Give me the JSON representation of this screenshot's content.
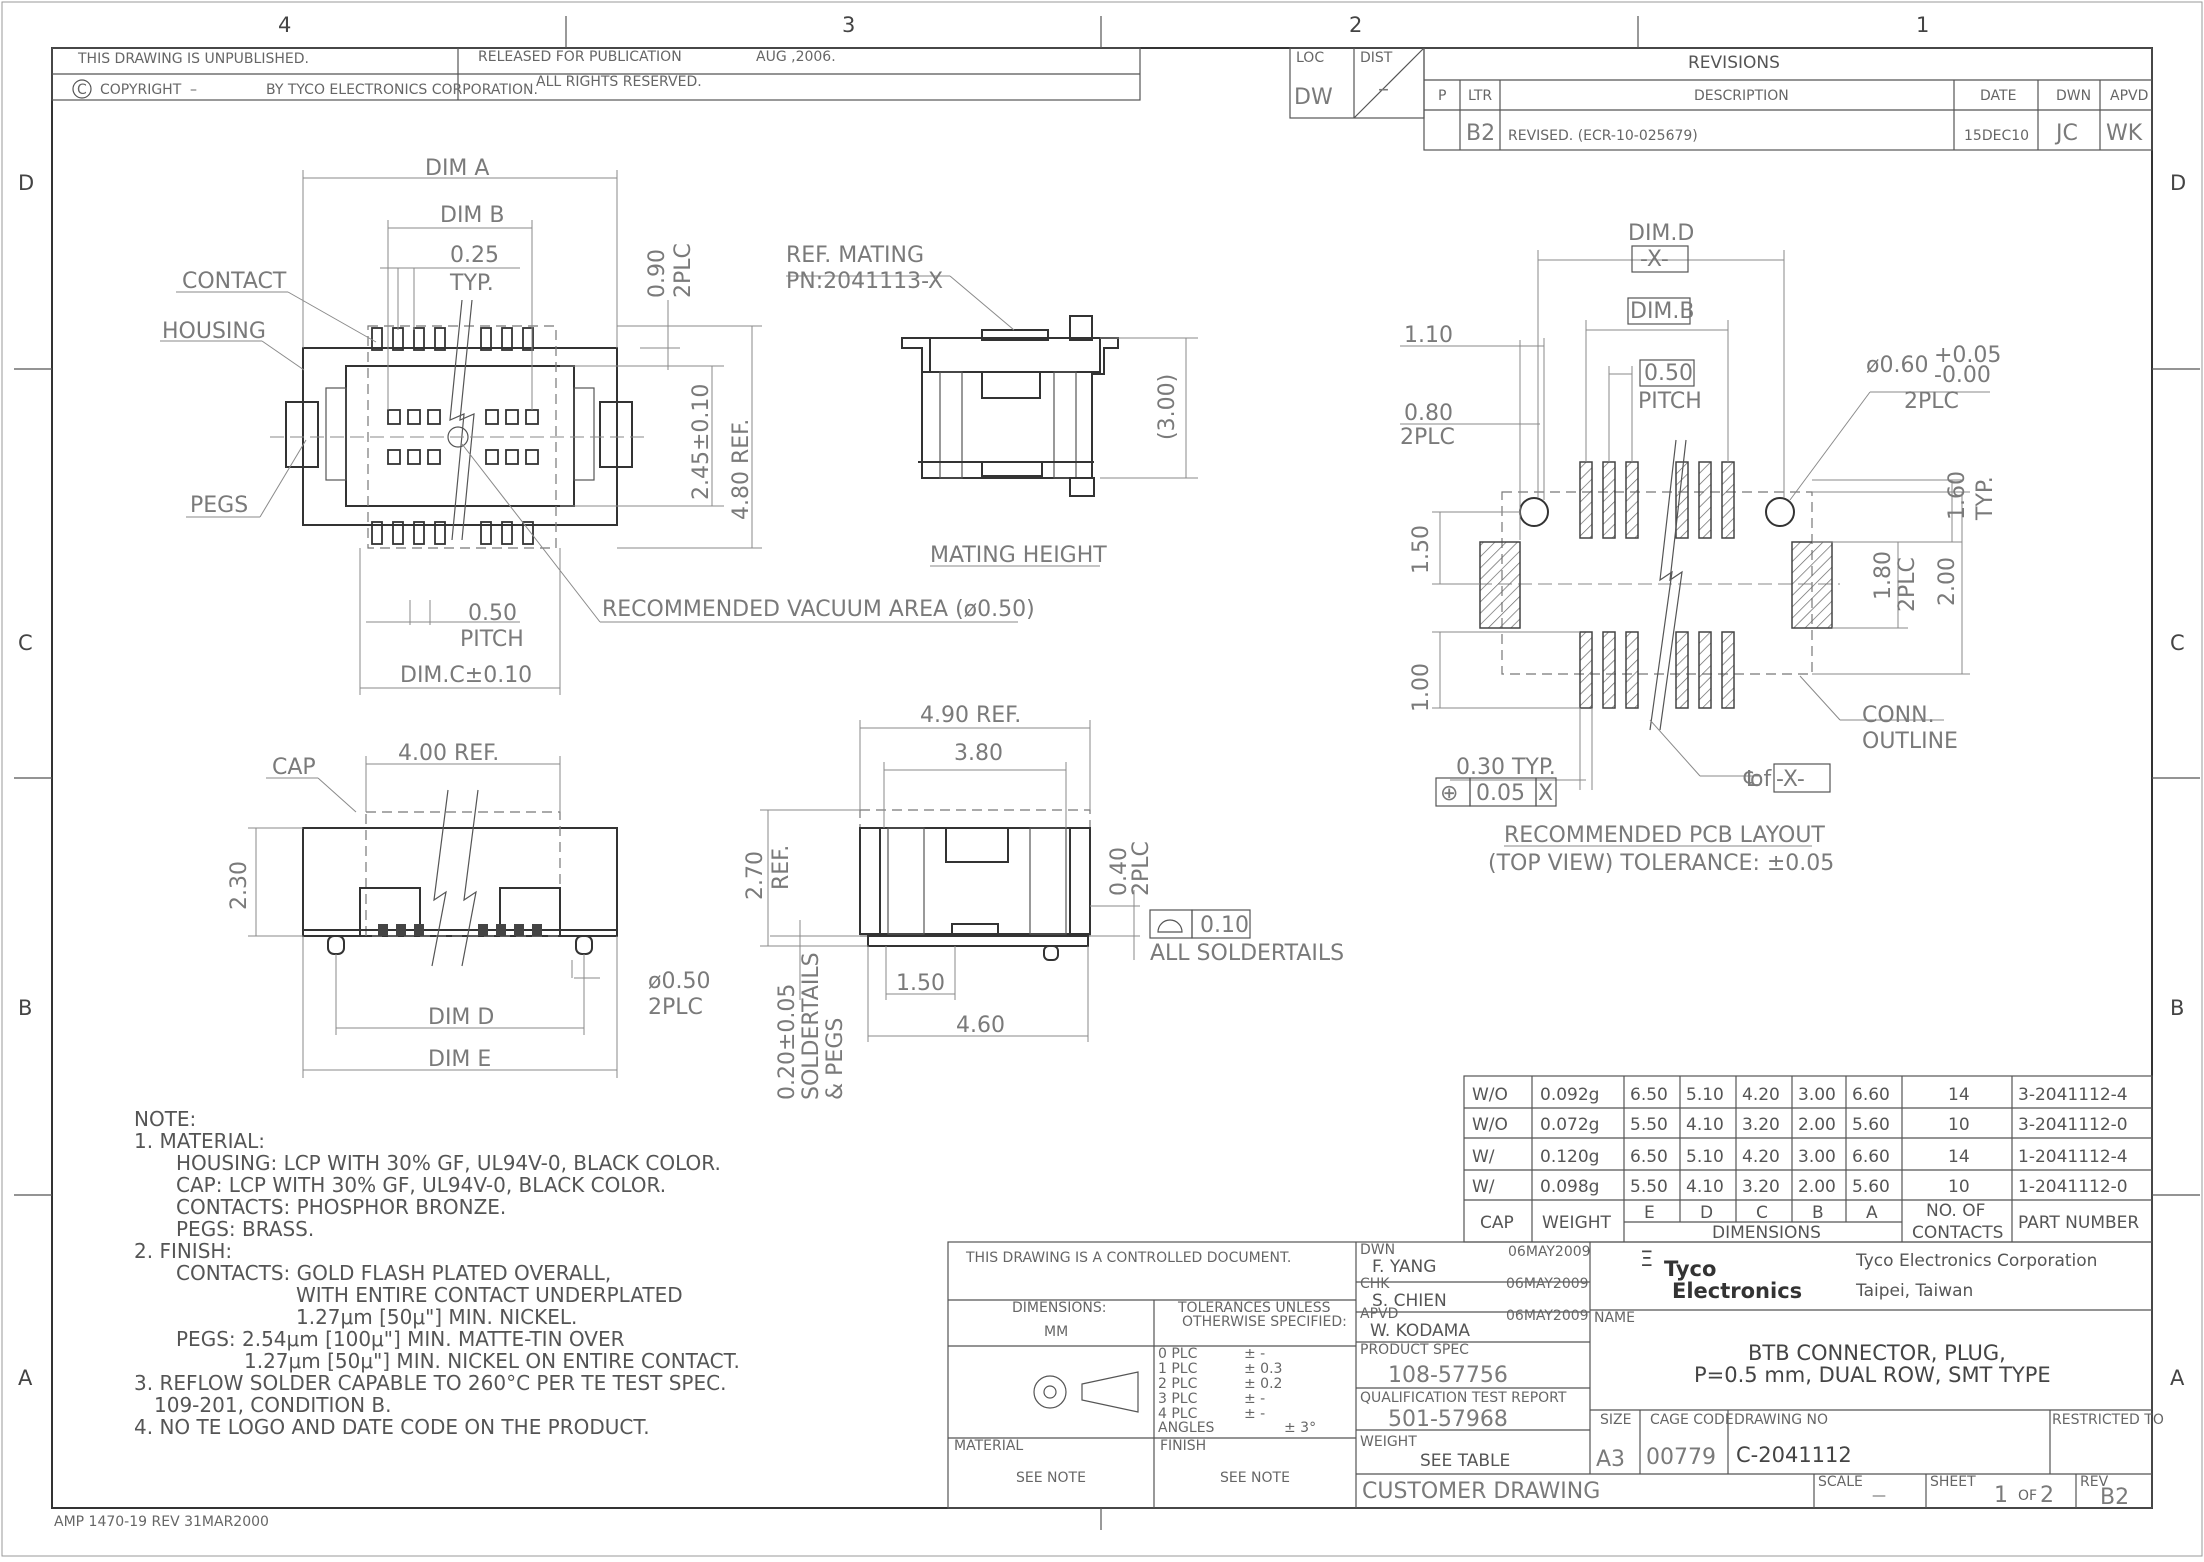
{
  "zones": {
    "top": [
      "4",
      "3",
      "2",
      "1"
    ],
    "side": [
      "D",
      "C",
      "B",
      "A"
    ]
  },
  "header": {
    "unpublished": "THIS DRAWING IS UNPUBLISHED.",
    "copyright": "COPYRIGHT",
    "copyright_dash": "–",
    "copyright_by": "BY TYCO ELECTRONICS CORPORATION.",
    "released": "RELEASED FOR PUBLICATION",
    "release_date": "AUG ,2006.",
    "rights": "ALL RIGHTS RESERVED.",
    "loc_label": "LOC",
    "loc_value": "DW",
    "dist_label": "DIST",
    "dist_value": "–"
  },
  "revisions": {
    "title": "REVISIONS",
    "headers": [
      "P",
      "LTR",
      "DESCRIPTION",
      "DATE",
      "DWN",
      "APVD"
    ],
    "row": {
      "p": "",
      "ltr": "B2",
      "description": "REVISED. (ECR-10-025679)",
      "date": "15DEC10",
      "dwn": "JC",
      "apvd": "WK"
    }
  },
  "top_view": {
    "dim_a": "DIM A",
    "dim_b": "DIM B",
    "pitch_top": "0.25",
    "typ": "TYP.",
    "contact": "CONTACT",
    "housing": "HOUSING",
    "pegs": "PEGS",
    "d090": "0.90",
    "d2plc": "2PLC",
    "d245": "2.45±0.10",
    "d480": "4.80 REF.",
    "pitch_val": "0.50",
    "pitch": "PITCH",
    "dimc": "DIM.C±0.10",
    "vacuum": "RECOMMENDED VACUUM AREA (ø0.50)"
  },
  "mating": {
    "ref1": "REF. MATING",
    "ref2": "PN:2041113-X",
    "height": "(3.00)",
    "label": "MATING HEIGHT"
  },
  "front_view": {
    "cap": "CAP",
    "d400": "4.00 REF.",
    "d230": "2.30",
    "d050": "ø0.50",
    "d2plc": "2PLC",
    "dim_d": "DIM D",
    "dim_e": "DIM E"
  },
  "side_view": {
    "d490": "4.90 REF.",
    "d380": "3.80",
    "d270": "2.70",
    "ref": "REF.",
    "d040": "0.40",
    "d2plc": "2PLC",
    "flat_tol": "0.10",
    "solder": "ALL SOLDERTAILS",
    "d150": "1.50",
    "d460": "4.60",
    "d020": "0.20±0.05",
    "soldertails": "SOLDERTAILS",
    "pegs": "& PEGS"
  },
  "pcb": {
    "dimd": "DIM.D",
    "x_ref": "-X-",
    "dimb": "DIM.B",
    "pitch_val": "0.50",
    "pitch": "PITCH",
    "d110": "1.10",
    "d080": "0.80",
    "d2plc": "2PLC",
    "hole": "ø0.60",
    "hole_plus": "+0.05",
    "hole_minus": "-0.00",
    "hole_2plc": "2PLC",
    "d160": "1.60",
    "typ": "TYP.",
    "d150": "1.50",
    "d180": "1.80",
    "d180_2plc": "2PLC",
    "d200": "2.00",
    "d100": "1.00",
    "conn1": "CONN.",
    "conn2": "OUTLINE",
    "d030": "0.30 TYP.",
    "pos_sym": "⊕",
    "pos_tol": "0.05",
    "pos_ref": "X",
    "cl_of": "of",
    "cl_ref": "-X-",
    "title1": "RECOMMENDED PCB LAYOUT",
    "title2": "(TOP VIEW) TOLERANCE: ±0.05"
  },
  "parts_table": {
    "rows": [
      [
        "W/O",
        "0.092g",
        "6.50",
        "5.10",
        "4.20",
        "3.00",
        "6.60",
        "14",
        "3-2041112-4"
      ],
      [
        "W/O",
        "0.072g",
        "5.50",
        "4.10",
        "3.20",
        "2.00",
        "5.60",
        "10",
        "3-2041112-0"
      ],
      [
        "W/",
        "0.120g",
        "6.50",
        "5.10",
        "4.20",
        "3.00",
        "6.60",
        "14",
        "1-2041112-4"
      ],
      [
        "W/",
        "0.098g",
        "5.50",
        "4.10",
        "3.20",
        "2.00",
        "5.60",
        "10",
        "1-2041112-0"
      ]
    ],
    "h_cap": "CAP",
    "h_weight": "WEIGHT",
    "h_dims": [
      "E",
      "D",
      "C",
      "B",
      "A"
    ],
    "h_dimensions": "DIMENSIONS",
    "h_no": "NO. OF",
    "h_contacts": "CONTACTS",
    "h_part": "PART NUMBER"
  },
  "notes": [
    "NOTE:",
    "1. MATERIAL:",
    "HOUSING: LCP WITH 30% GF, UL94V-0, BLACK COLOR.",
    "CAP: LCP WITH 30% GF, UL94V-0, BLACK COLOR.",
    "CONTACTS: PHOSPHOR BRONZE.",
    "PEGS: BRASS.",
    "2. FINISH:",
    "CONTACTS: GOLD FLASH PLATED OVERALL,",
    "WITH ENTIRE CONTACT UNDERPLATED",
    "1.27μm [50μ\"] MIN. NICKEL.",
    "PEGS: 2.54μm [100μ\"] MIN. MATTE-TIN OVER",
    "1.27μm [50μ\"] MIN. NICKEL ON ENTIRE CONTACT.",
    "3. REFLOW SOLDER CAPABLE TO 260°C PER TE TEST SPEC.",
    "109-201, CONDITION B.",
    "4. NO TE LOGO AND DATE CODE ON THE PRODUCT."
  ],
  "title_block": {
    "controlled": "THIS DRAWING IS A CONTROLLED DOCUMENT.",
    "dimensions": "DIMENSIONS:",
    "mm": "MM",
    "tol1": "TOLERANCES UNLESS",
    "tol2": "OTHERWISE SPECIFIED:",
    "tol_rows": [
      [
        "0 PLC",
        "± -"
      ],
      [
        "1 PLC",
        "± 0.3"
      ],
      [
        "2 PLC",
        "± 0.2"
      ],
      [
        "3 PLC",
        "± -"
      ],
      [
        "4 PLC",
        "± -"
      ],
      [
        "ANGLES",
        "± 3°"
      ]
    ],
    "material": "MATERIAL",
    "finish": "FINISH",
    "see_note": "SEE NOTE",
    "dwn": "DWN",
    "dwn_name": "F. YANG",
    "dwn_date": "06MAY2009",
    "chk": "CHK",
    "chk_name": "S. CHIEN",
    "chk_date": "06MAY2009",
    "apvd": "APVD",
    "apvd_name": "W. KODAMA",
    "apvd_date": "06MAY2009",
    "product_spec": "PRODUCT SPEC",
    "product_spec_val": "108-57756",
    "qual": "QUALIFICATION TEST REPORT",
    "qual_val": "501-57968",
    "weight": "WEIGHT",
    "weight_val": "SEE TABLE",
    "customer": "CUSTOMER DRAWING",
    "logo1": "Tyco",
    "logo2": "Electronics",
    "company": "Tyco Electronics Corporation",
    "location": "Taipei, Taiwan",
    "name": "NAME",
    "name1": "BTB CONNECTOR, PLUG,",
    "name2": "P=0.5 mm, DUAL ROW, SMT TYPE",
    "size": "SIZE",
    "size_val": "A3",
    "cage": "CAGE CODE",
    "cage_val": "00779",
    "dwg": "DRAWING NO",
    "dwg_val": "C-2041112",
    "restricted": "RESTRICTED TO",
    "scale": "SCALE",
    "scale_val": "—",
    "sheet": "SHEET",
    "sheet_val": "1",
    "of": "OF",
    "of_val": "2",
    "rev": "REV",
    "rev_val": "B2"
  },
  "form_id": "AMP 1470-19 REV 31MAR2000"
}
